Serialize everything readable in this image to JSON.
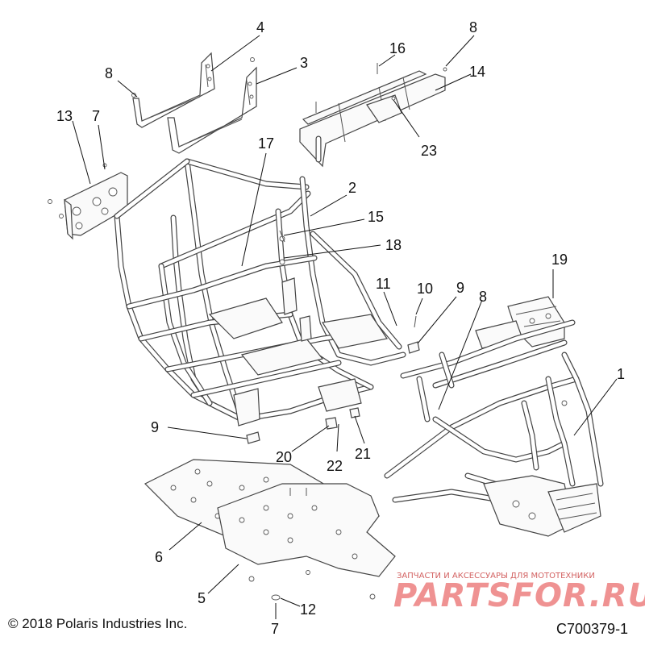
{
  "callouts": [
    {
      "id": "c1",
      "text": "1"
    },
    {
      "id": "c2",
      "text": "2"
    },
    {
      "id": "c3",
      "text": "3"
    },
    {
      "id": "c4",
      "text": "4"
    },
    {
      "id": "c5",
      "text": "5"
    },
    {
      "id": "c6",
      "text": "6"
    },
    {
      "id": "c7a",
      "text": "7"
    },
    {
      "id": "c7b",
      "text": "7"
    },
    {
      "id": "c8a",
      "text": "8"
    },
    {
      "id": "c8b",
      "text": "8"
    },
    {
      "id": "c8c",
      "text": "8"
    },
    {
      "id": "c9a",
      "text": "9"
    },
    {
      "id": "c9b",
      "text": "9"
    },
    {
      "id": "c10",
      "text": "10"
    },
    {
      "id": "c11",
      "text": "11"
    },
    {
      "id": "c12",
      "text": "12"
    },
    {
      "id": "c13",
      "text": "13"
    },
    {
      "id": "c14",
      "text": "14"
    },
    {
      "id": "c15",
      "text": "15"
    },
    {
      "id": "c16",
      "text": "16"
    },
    {
      "id": "c17",
      "text": "17"
    },
    {
      "id": "c18",
      "text": "18"
    },
    {
      "id": "c19",
      "text": "19"
    },
    {
      "id": "c20",
      "text": "20"
    },
    {
      "id": "c21",
      "text": "21"
    },
    {
      "id": "c22",
      "text": "22"
    },
    {
      "id": "c23",
      "text": "23"
    }
  ],
  "footer": {
    "copyright": "© 2018 Polaris Industries Inc.",
    "figure_id": "C700379-1"
  },
  "watermark": {
    "tagline": "ЗАПЧАСТИ И АКСЕССУАРЫ ДЛЯ МОТОТЕХНИКИ",
    "brand": "PARTSFOR.RU"
  }
}
